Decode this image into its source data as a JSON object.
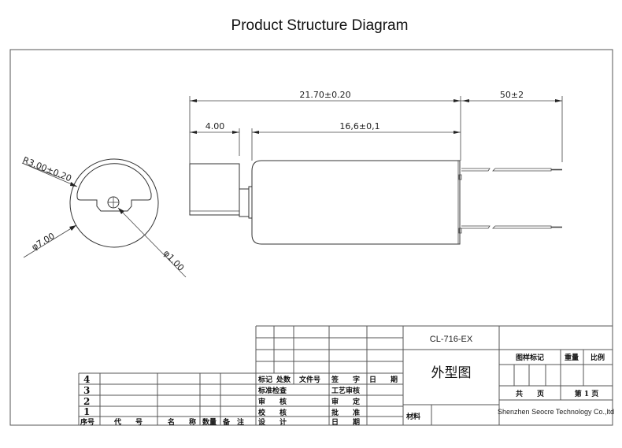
{
  "title": "Product Structure Diagram",
  "dimensions": {
    "overall_length": "21.70±0.20",
    "lead_length": "50±2",
    "weight_length": "4.00",
    "body_length": "16,6±0,1",
    "radius": "R3.00±0.20",
    "diameter": "φ7.00",
    "shaft_diameter": "φ1.00"
  },
  "title_block": {
    "model": "CL-716-EX",
    "drawing_name": "外型图",
    "material_label": "材料",
    "drawing_mark_label": "图样标记",
    "weight_label": "重量",
    "scale_label": "比例",
    "total_pages_label": "共　　页",
    "page_label": "第 1 页",
    "company": "Shenzhen Seocre Technology Co.,ltd",
    "revision_headers": [
      "标记",
      "处数",
      "文件号",
      "签　　字",
      "日　　期"
    ],
    "approvals_left": [
      "标准检查",
      "审　　核",
      "校　　核",
      "设　　计"
    ],
    "approvals_right": [
      "工艺审核",
      "审　　定",
      "批　　准",
      "日　　期"
    ],
    "parts_list": {
      "rows": [
        "4",
        "3",
        "2",
        "1"
      ],
      "headers": [
        "序号",
        "代　　号",
        "名　　称",
        "数量",
        "备　注"
      ]
    }
  }
}
